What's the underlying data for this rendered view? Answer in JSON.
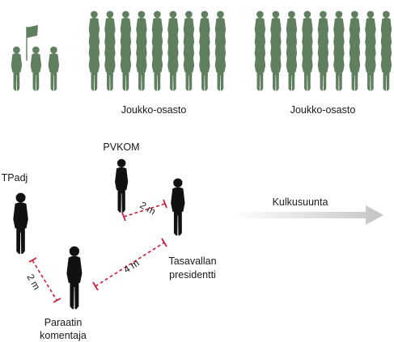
{
  "labels": {
    "unit_left": "Joukko-osasto",
    "unit_right": "Joukko-osasto",
    "pvkom": "PVKOM",
    "tpadj": "TPadj",
    "direction": "Kulkusuunta",
    "president_line1": "Tasavallan",
    "president_line2": "presidentti",
    "commander_line1": "Paraatin",
    "commander_line2": "komentaja",
    "distance_pvkom_president": "2 m",
    "distance_tpadj_commander": "2 m",
    "distance_commander_president": "4 m"
  },
  "colors": {
    "troops": "#5f7f5f",
    "officers": "#111111",
    "distance_line": "#c8203a",
    "arrow": "#c8c8c8"
  },
  "icons": {
    "soldier": "soldier-icon",
    "flag": "flag-icon",
    "arrow": "direction-arrow-icon"
  }
}
